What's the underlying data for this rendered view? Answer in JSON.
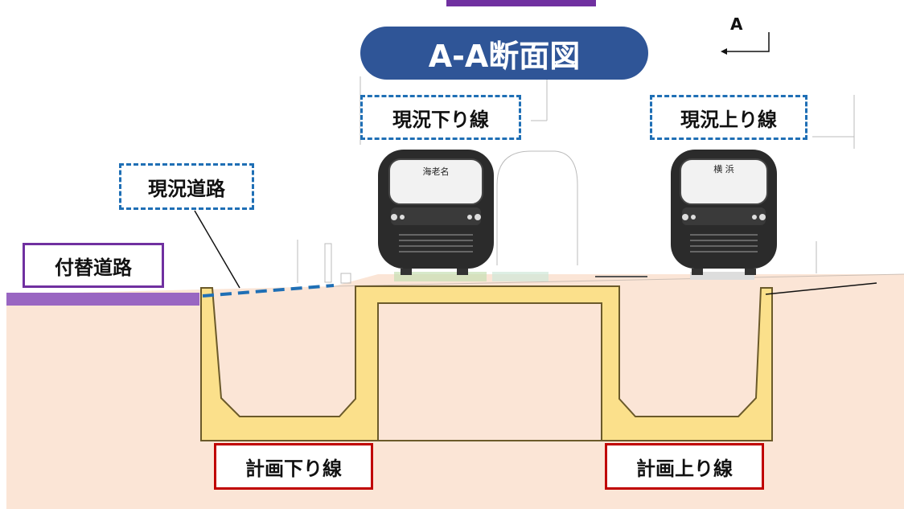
{
  "title": "A-A断面図",
  "section_marker": "A",
  "labels": {
    "existing_down": "現況下り線",
    "existing_up": "現況上り線",
    "existing_road": "現況道路",
    "replacement_road": "付替道路",
    "planned_down": "計画下り線",
    "planned_up": "計画上り線"
  },
  "trains": {
    "down_destination": "海老名",
    "up_destination": "横 浜"
  },
  "colors": {
    "title_bg": "#2f5597",
    "dashed_border": "#1f6fb5",
    "planned_border": "#c00000",
    "road_border": "#7030a0",
    "ground": "#fbe5d6",
    "structure": "#fbe08b"
  }
}
